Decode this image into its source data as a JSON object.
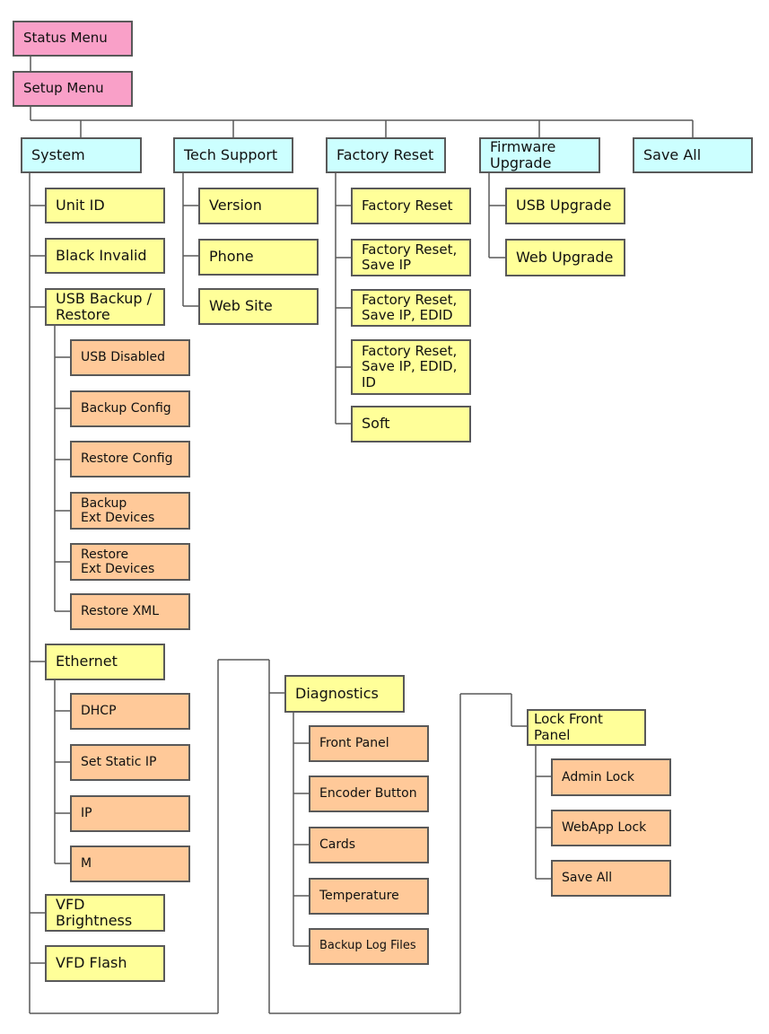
{
  "menus": {
    "status_menu": "Status Menu",
    "setup_menu": "Setup Menu"
  },
  "system": {
    "label": "System",
    "unit_id": "Unit ID",
    "black_invalid": "Black Invalid",
    "usb_backup_restore": "USB Backup /\nRestore",
    "usb_items": [
      "USB Disabled",
      "Backup Config",
      "Restore Config",
      "Backup\nExt Devices",
      "Restore\nExt Devices",
      "Restore XML"
    ],
    "ethernet": "Ethernet",
    "ethernet_items": [
      "DHCP",
      "Set Static IP",
      "IP",
      "M"
    ],
    "vfd_brightness": "VFD\nBrightness",
    "vfd_flash": "VFD Flash",
    "diagnostics": "Diagnostics",
    "diagnostics_items": [
      "Front Panel",
      "Encoder Button",
      "Cards",
      "Temperature",
      "Backup Log Files"
    ],
    "lock_front_panel": "Lock Front Panel",
    "lock_items": [
      "Admin Lock",
      "WebApp Lock",
      "Save All"
    ]
  },
  "tech_support": {
    "label": "Tech Support",
    "items": [
      "Version",
      "Phone",
      "Web Site"
    ]
  },
  "factory_reset": {
    "label": "Factory Reset",
    "items": [
      "Factory Reset",
      "Factory Reset,\nSave IP",
      "Factory Reset,\nSave IP, EDID",
      "Factory Reset,\nSave IP, EDID,\nID",
      "Soft"
    ]
  },
  "firmware_upgrade": {
    "label": "Firmware\nUpgrade",
    "items": [
      "USB Upgrade",
      "Web Upgrade"
    ]
  },
  "save_all": {
    "label": "Save All"
  },
  "colors": {
    "root": "#f9a0c8",
    "category": "#ccffff",
    "item": "#ffff99",
    "subitem": "#ffc999",
    "border": "#595959",
    "line": "#595959"
  }
}
